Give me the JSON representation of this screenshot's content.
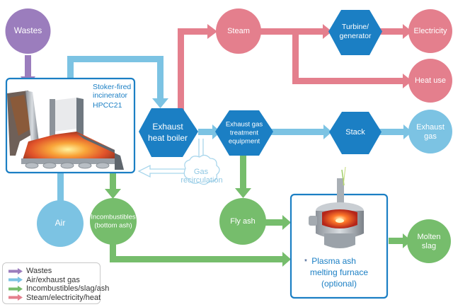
{
  "colors": {
    "wastes": "#9b7dbd",
    "air_gas": "#7cc3e3",
    "ash": "#76bd6c",
    "steam": "#e47f8d",
    "equipment": "#1b7fc4",
    "box_border": "#1b7fc4"
  },
  "nodes": {
    "wastes": "Wastes",
    "air": "Air",
    "incombustibles_line1": "Incombustibles",
    "incombustibles_line2": "(bottom ash)",
    "steam": "Steam",
    "electricity": "Electricity",
    "heat_use": "Heat use",
    "exhaust_gas_line1": "Exhaust",
    "exhaust_gas_line2": "gas",
    "fly_ash": "Fly ash",
    "molten_slag_line1": "Molten",
    "molten_slag_line2": "slag"
  },
  "equipment": {
    "boiler_line1": "Exhaust",
    "boiler_line2": "heat boiler",
    "treatment_line1": "Exhaust gas",
    "treatment_line2": "treatment",
    "treatment_line3": "equipment",
    "turbine_line1": "Turbine/",
    "turbine_line2": "generator",
    "stack": "Stack"
  },
  "incinerator": {
    "line1": "Stoker-fired",
    "line2": "incinerator",
    "line3": "HPCC21"
  },
  "recirculation": {
    "line1": "Gas",
    "line2": "recirculation"
  },
  "plasma": {
    "marker": "*",
    "line1": "Plasma ash",
    "line2": "melting furnace",
    "line3": "(optional)"
  },
  "legend": {
    "items": [
      {
        "label": "Wastes",
        "color": "#9b7dbd"
      },
      {
        "label": "Air/exhaust gas",
        "color": "#7cc3e3"
      },
      {
        "label": "Incombustibles/slag/ash",
        "color": "#76bd6c"
      },
      {
        "label": "Steam/electricity/heat",
        "color": "#e47f8d"
      }
    ]
  }
}
